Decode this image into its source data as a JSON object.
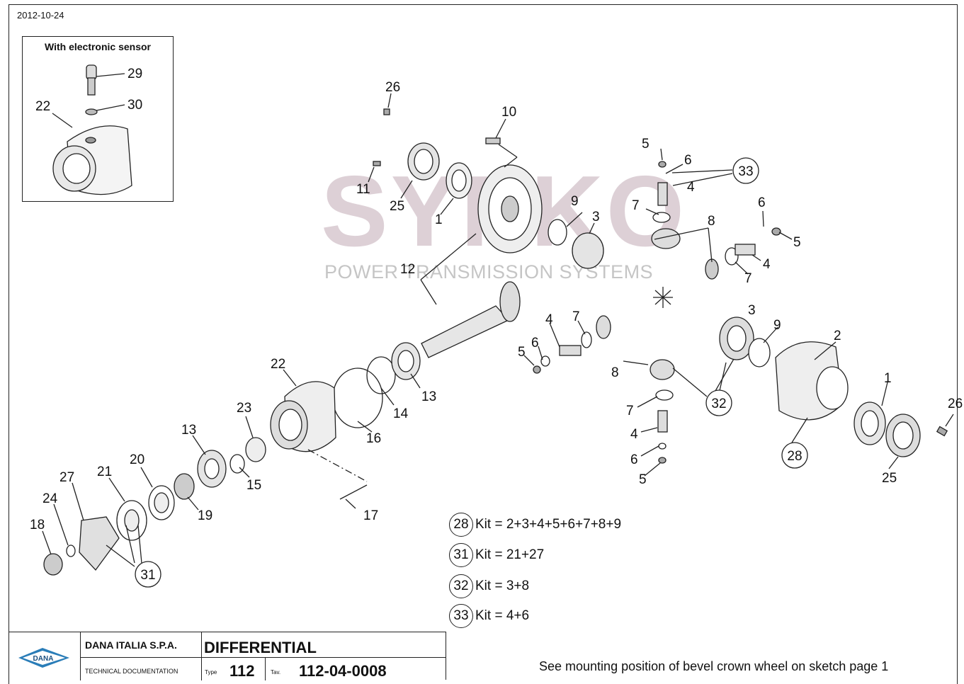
{
  "date": "2012-10-24",
  "inset": {
    "title": "With electronic sensor",
    "labels": [
      "29",
      "30",
      "22"
    ]
  },
  "watermark": {
    "brand": "SYPKO",
    "tagline": "POWER TRANSMISSION SYSTEMS"
  },
  "callouts": {
    "c26a": "26",
    "c10": "10",
    "c11": "11",
    "c25a": "25",
    "c1a": "1",
    "c12": "12",
    "c9a": "9",
    "c3a": "3",
    "c5a": "5",
    "c6a": "6",
    "c4a": "4",
    "c7a": "7",
    "c8a": "8",
    "c6b": "6",
    "c5b": "5",
    "c4b": "4",
    "c7b": "7",
    "c4c": "4",
    "c7c": "7",
    "c6c": "6",
    "c5c": "5",
    "c8b": "8",
    "c3b": "3",
    "c9b": "9",
    "c2": "2",
    "c1b": "1",
    "c26b": "26",
    "c25b": "25",
    "c7d": "7",
    "c4d": "4",
    "c6d": "6",
    "c5d": "5",
    "c22": "22",
    "c13a": "13",
    "c14": "14",
    "c16": "16",
    "c23": "23",
    "c13b": "13",
    "c15": "15",
    "c17": "17",
    "c20": "20",
    "c21": "21",
    "c19": "19",
    "c27": "27",
    "c24": "24",
    "c18": "18"
  },
  "circled": {
    "k33": "33",
    "k32": "32",
    "k28": "28",
    "k31": "31"
  },
  "kits": [
    {
      "num": "28",
      "text": "Kit = 2+3+4+5+6+7+8+9"
    },
    {
      "num": "31",
      "text": "Kit = 21+27"
    },
    {
      "num": "32",
      "text": "Kit = 3+8"
    },
    {
      "num": "33",
      "text": "Kit = 4+6"
    }
  ],
  "title_block": {
    "logo": "DANA",
    "company": "DANA ITALIA S.P.A.",
    "doc_type": "TECHNICAL DOCUMENTATION",
    "title": "DIFFERENTIAL",
    "type_label": "Type",
    "type_value": "112",
    "tav_label": "Tav.",
    "tav_value": "112-04-0008"
  },
  "note": "See mounting position of bevel crown wheel on  sketch page 1"
}
